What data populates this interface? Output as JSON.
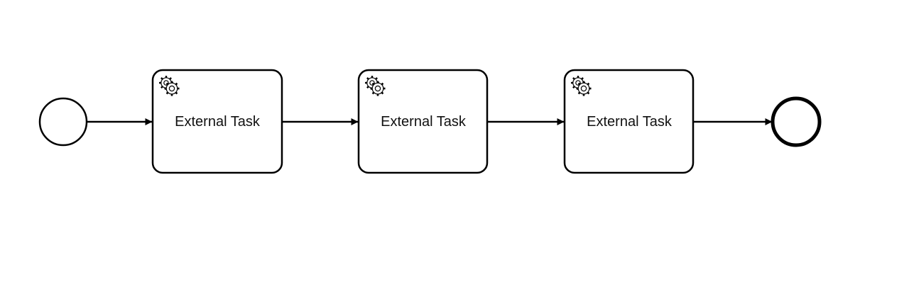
{
  "diagram": {
    "type": "bpmn-process",
    "start_event": {},
    "tasks": [
      {
        "label": "External Task",
        "type": "service-task",
        "icon": "gear-icon"
      },
      {
        "label": "External Task",
        "type": "service-task",
        "icon": "gear-icon"
      },
      {
        "label": "External Task",
        "type": "service-task",
        "icon": "gear-icon"
      }
    ],
    "end_event": {},
    "colors": {
      "stroke": "#000000",
      "fill": "#ffffff",
      "text": "#111111"
    }
  }
}
